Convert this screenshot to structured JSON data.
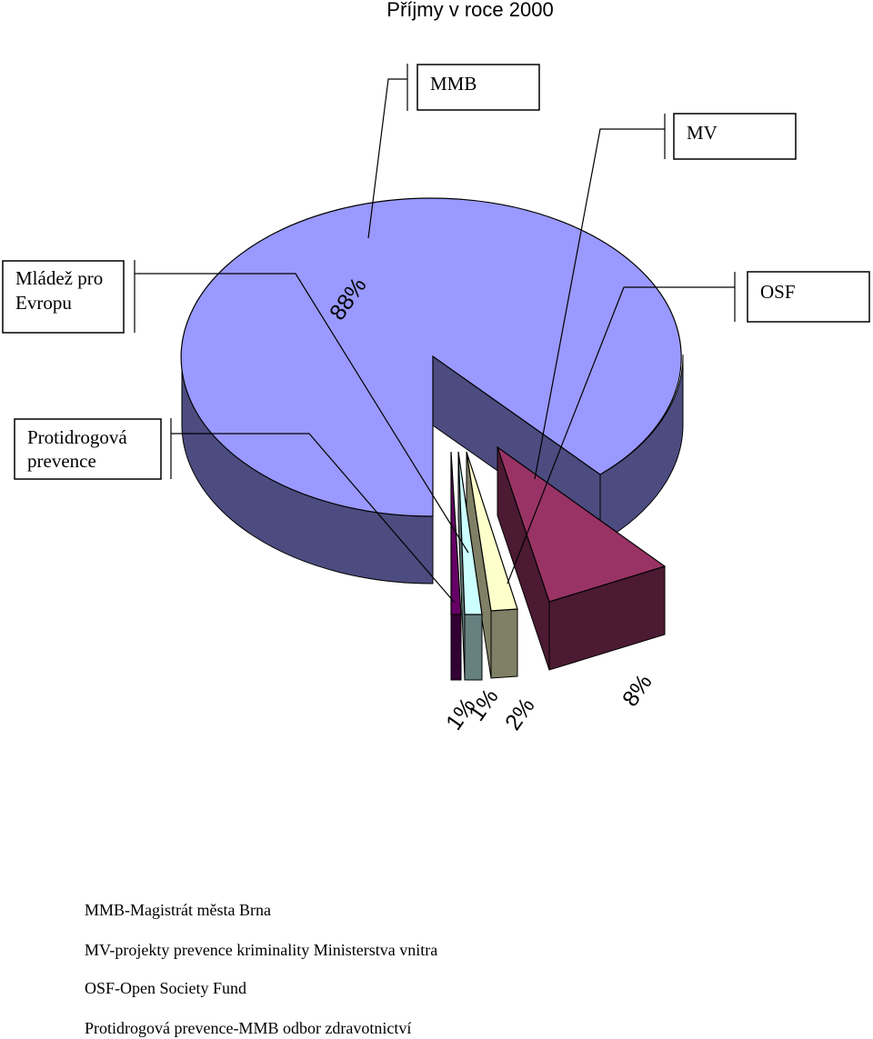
{
  "chart_data": {
    "type": "pie",
    "title": "Příjmy v roce 2000",
    "three_d": true,
    "exploded": true,
    "categories": [
      "MMB",
      "MV",
      "OSF",
      "Mládež pro Evropu",
      "Protidrogová prevence"
    ],
    "values": [
      88,
      8,
      2,
      1,
      1
    ],
    "value_labels": [
      "88%",
      "8%",
      "2%",
      "1%",
      "1%"
    ],
    "colors": {
      "MMB": "#9999ff",
      "MV": "#993366",
      "OSF": "#ffffcc",
      "Mládež pro Evropu": "#ccffff",
      "Protidrogová prevence": "#660066"
    },
    "callouts": {
      "mmb": "MMB",
      "mv": "MV",
      "osf": "OSF",
      "mladez_line1": "Mládež pro",
      "mladez_line2": "Evropu",
      "protidrog_line1": "Protidrogová",
      "protidrog_line2": "prevence"
    }
  },
  "legend_notes": [
    "MMB-Magistrát města Brna",
    "MV-projekty prevence kriminality Ministerstva vnitra",
    "OSF-Open Society Fund",
    "Protidrogová prevence-MMB odbor zdravotnictví"
  ]
}
